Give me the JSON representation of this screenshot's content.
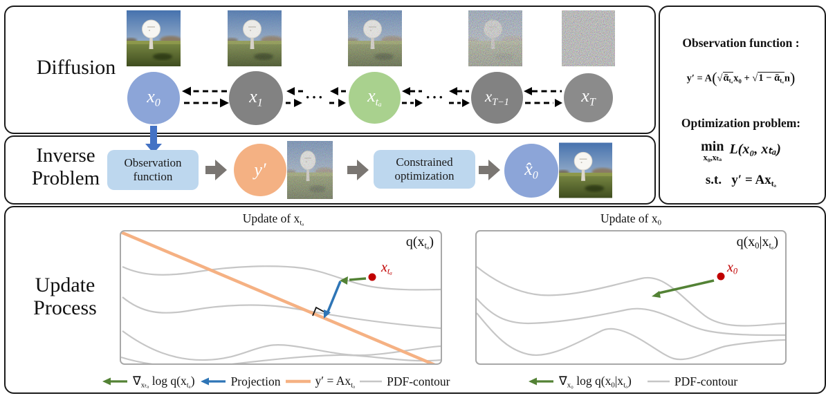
{
  "colors": {
    "node_blue": "#8ca5d8",
    "node_gray": "#828282",
    "node_green": "#a9d18e",
    "node_orange": "#f4b183",
    "process_box_blue": "#bdd7ee",
    "block_arrow_gray": "#7a7672",
    "down_arrow_blue": "#4472c4",
    "gradient_arrow_green": "#538235",
    "projection_arrow_blue": "#2e75b6",
    "observation_line_orange": "#f5b183",
    "contour_gray": "#c6c6c6",
    "point_red": "#c00000"
  },
  "diffusion": {
    "label": "Diffusion",
    "dots_left": "···",
    "dots_right": "···",
    "circles": [
      {
        "base": "x",
        "sub": "0"
      },
      {
        "base": "x",
        "sub": "1"
      },
      {
        "base": "x",
        "sub": "tₐ"
      },
      {
        "base": "x",
        "sub": "T−1"
      },
      {
        "base": "x",
        "sub": "T"
      }
    ]
  },
  "inverse": {
    "label_line1": "Inverse",
    "label_line2": "Problem",
    "observation_box_line1": "Observation",
    "observation_box_line2": "function",
    "y_node": "y′",
    "optimization_box_line1": "Constrained",
    "optimization_box_line2": "optimization",
    "xhat_node": {
      "base": "x̂",
      "sub": "0"
    }
  },
  "panel": {
    "observation_header": "Observation function :",
    "formula": {
      "lhs": "y′ = A",
      "open_paren": "(",
      "radical_1": "√",
      "radicand_1": "ᾱ",
      "radicand_1_sub": "tₐ",
      "term_1": "x₀",
      "plus": "+",
      "radical_2": "√",
      "radicand_2": "1 − ᾱ",
      "radicand_2_sub": "tₐ",
      "term_2": "n",
      "close_paren": ")"
    },
    "optimization_header": "Optimization problem:",
    "optimization": {
      "min_op": "min",
      "min_sub": "x₀,xₜₐ",
      "objective": "L(x₀, xₜₐ)",
      "st": "s.t.",
      "constraint_pre": "y′ = Ax",
      "constraint_sub": "tₐ"
    }
  },
  "update": {
    "label_line1": "Update",
    "label_line2": "Process",
    "left_plot": {
      "title_pre": "Update of x",
      "title_sub": "tₐ",
      "corner_pre": "q(x",
      "corner_sub": "tₐ",
      "corner_post": ")",
      "point_base": "x",
      "point_sub": "tₐ"
    },
    "right_plot": {
      "title_pre": "Update of x",
      "title_sub": "0",
      "corner_pre": "q(x",
      "corner_sub": "0",
      "corner_mid": "|x",
      "corner_sub2": "tₐ",
      "corner_post": ")",
      "point_base": "x",
      "point_sub": "0"
    },
    "legend_left": {
      "grad_pre": "∇",
      "grad_sub": "xₜₐ",
      "grad_mid": " log q(x",
      "grad_sub2": "tₐ",
      "grad_post": ")",
      "projection": "Projection",
      "line_pre": "y′ = Ax",
      "line_sub": "tₐ",
      "contour": "PDF-contour"
    },
    "legend_right": {
      "grad_pre": "∇",
      "grad_sub": "x₀",
      "grad_mid": " log q(x",
      "grad_sub2": "0",
      "grad_mid2": "|x",
      "grad_sub3": "tₐ",
      "grad_post": ")",
      "contour": "PDF-contour"
    }
  }
}
